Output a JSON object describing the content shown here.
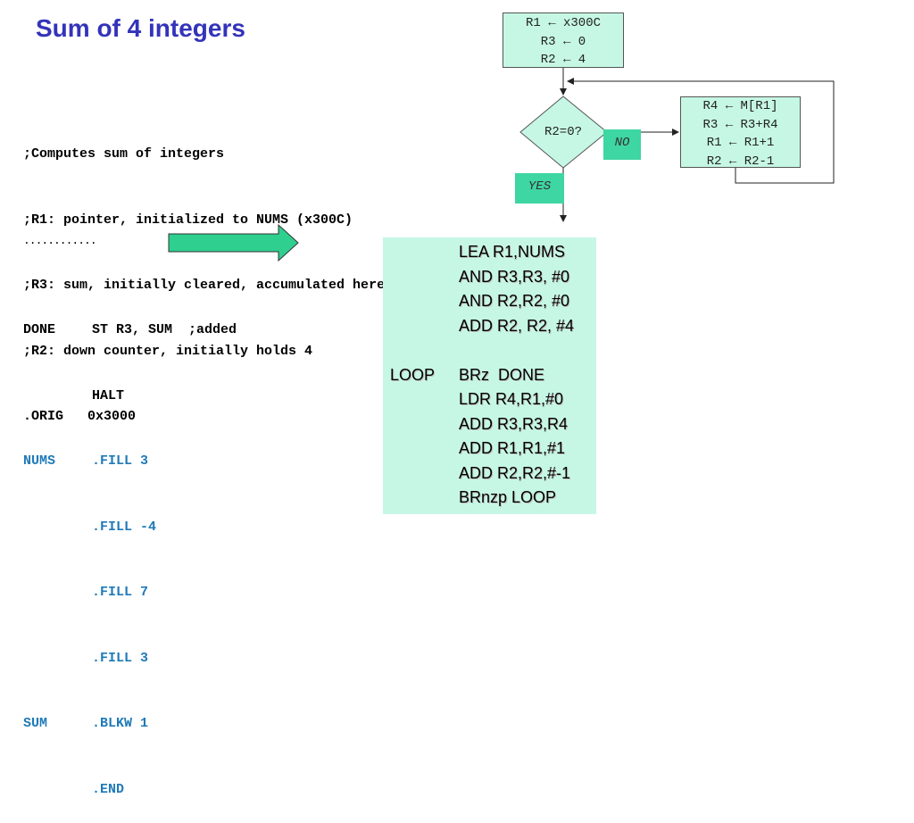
{
  "title": "Sum of 4 integers",
  "comments": [
    ";Computes sum of integers",
    ";R1: pointer, initialized to NUMS (x300C)",
    ";R3: sum, initially cleared, accumulated here",
    ";R2: down counter, initially holds 4",
    ".ORIG   0x3000"
  ],
  "ellipsis": "............",
  "program": [
    {
      "label": "DONE",
      "code": "ST R3, SUM  ;added"
    },
    {
      "label": "",
      "code": "HALT"
    },
    {
      "label": "NUMS",
      "code": ".FILL 3"
    },
    {
      "label": "",
      "code": ".FILL -4"
    },
    {
      "label": "",
      "code": ".FILL 7"
    },
    {
      "label": "",
      "code": ".FILL 3"
    },
    {
      "label": "SUM",
      "code": ".BLKW 1"
    },
    {
      "label": "",
      "code": ".END"
    }
  ],
  "flowchart": {
    "init_box": [
      "R1 ← x300C",
      "R3 ← 0",
      "R2 ← 4"
    ],
    "decision": "R2=0?",
    "no_label": "NO",
    "yes_label": "YES",
    "loop_box": [
      "R4 ← M[R1]",
      "R3 ← R3+R4",
      "R1 ← R1+1",
      "R2 ← R2-1"
    ]
  },
  "assembly": {
    "loop_label": "LOOP",
    "lines": [
      "LEA R1,NUMS",
      "AND R3,R3, #0",
      "AND R2,R2, #0",
      "ADD R2, R2, #4",
      "",
      "BRz  DONE",
      "LDR R4,R1,#0",
      "ADD R3,R3,R4",
      "ADD R1,R1,#1",
      "ADD R2,R2,#-1",
      "BRnzp LOOP"
    ]
  },
  "colors": {
    "title": "#3333bb",
    "box_fill": "#c6f7e5",
    "tag_fill": "#3ed6a2",
    "arrow_fill": "#2ecf8f",
    "label_blue": "#1f7ab8"
  }
}
